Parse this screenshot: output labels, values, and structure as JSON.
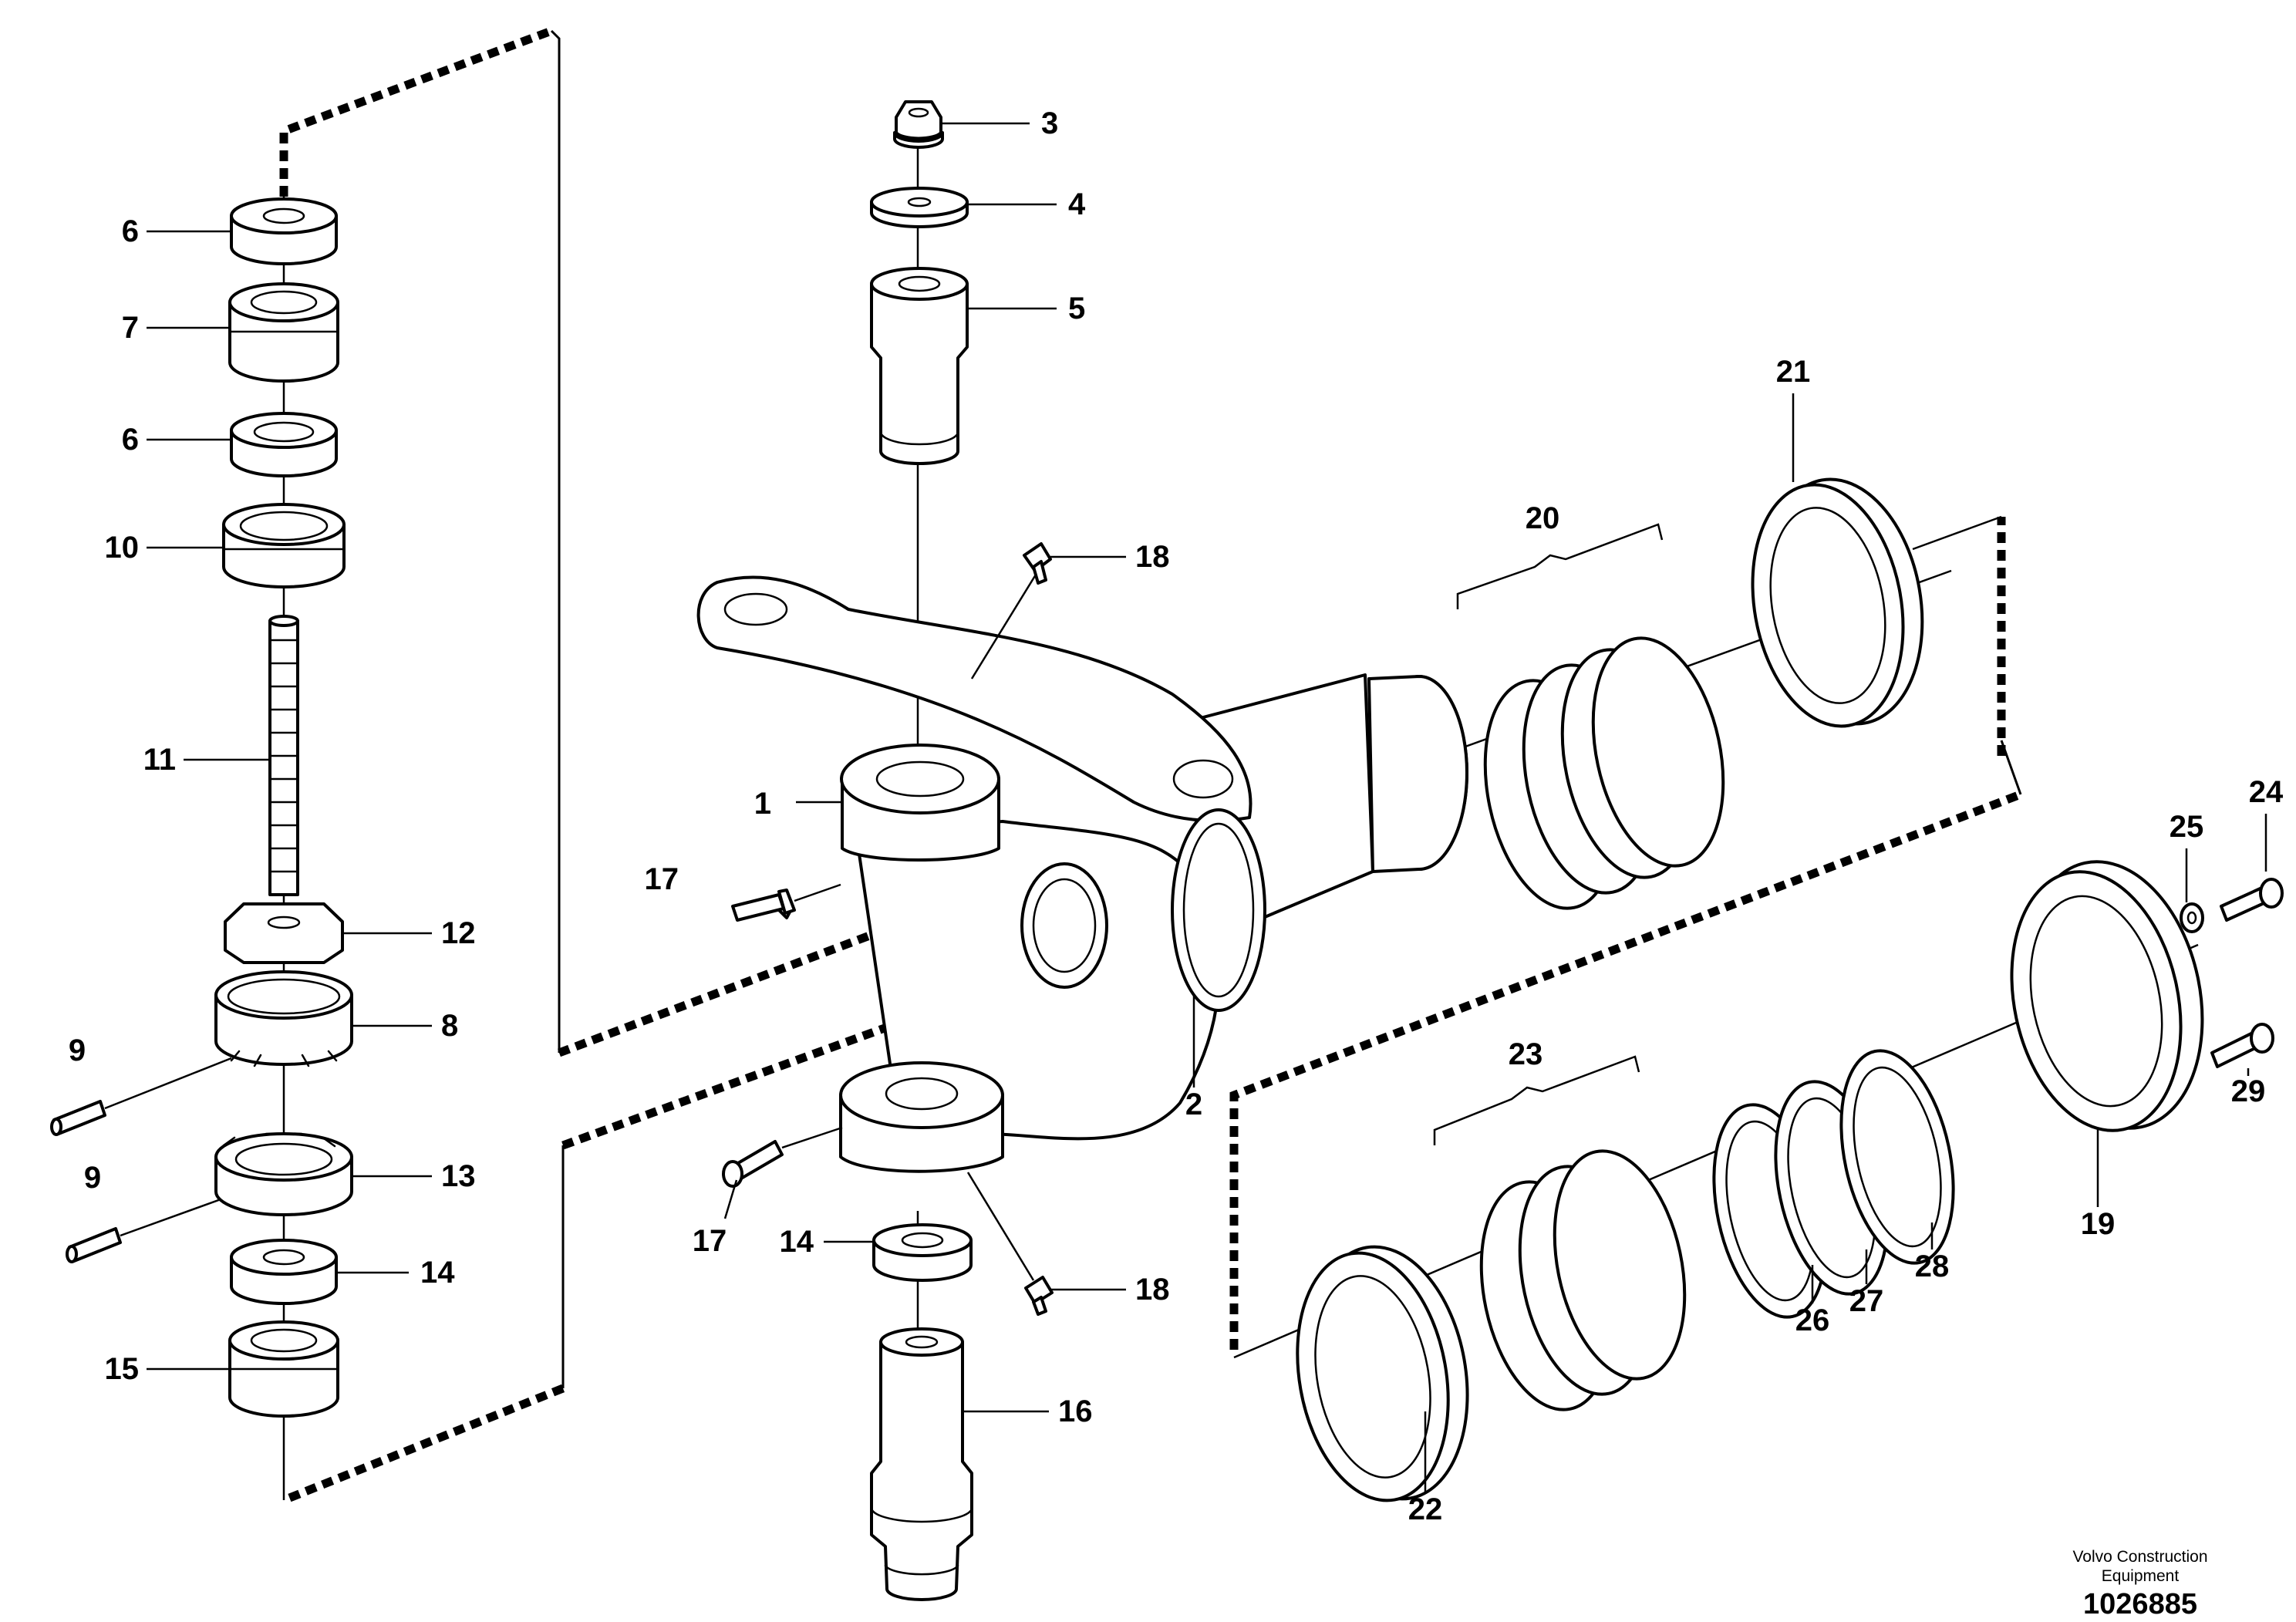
{
  "callouts": [
    "1",
    "2",
    "3",
    "4",
    "5",
    "6",
    "6",
    "7",
    "8",
    "9",
    "9",
    "10",
    "11",
    "12",
    "13",
    "14",
    "14",
    "15",
    "16",
    "17",
    "17",
    "18",
    "18",
    "19",
    "20",
    "21",
    "22",
    "23",
    "24",
    "25",
    "26",
    "27",
    "28",
    "29"
  ],
  "footer": {
    "brand_line1": "Volvo Construction",
    "brand_line2": "Equipment",
    "doc_number": "1026885"
  }
}
